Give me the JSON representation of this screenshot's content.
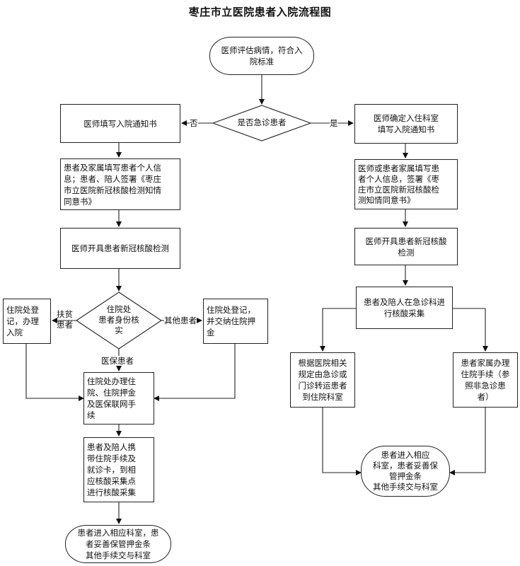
{
  "title": "枣庄市立医院患者入院流程图",
  "nodes": {
    "start": [
      "医师评估病情，符合入",
      "院标准"
    ],
    "decision_emergency": [
      "是否急诊患者"
    ],
    "left_notice": [
      "医师填写入院通知书"
    ],
    "left_info": [
      "患者及家属填写患者个人信息；患者、陪人签署《枣庄",
      "市立医院新冠核酸检测知情",
      "同意书》"
    ],
    "left_test": [
      "医师开具患者新冠核酸检测"
    ],
    "decision_identity": [
      "住院处",
      "患者身份核",
      "实"
    ],
    "poverty_box": [
      "住院处登",
      "记，办理",
      "入院"
    ],
    "other_box": [
      "住院处登记，",
      "并交纳住院押",
      "金"
    ],
    "insurance_box": [
      "住院处办理住",
      "院、住院押金",
      "及医保联网手",
      "续"
    ],
    "carry_box": [
      "患者及陪人携",
      "带住院手续及",
      "就诊卡，到相",
      "应核酸采集点",
      "进行核酸采集"
    ],
    "left_end": [
      "患者进入相应科室，患",
      "者妥善保管押金条",
      "其他手续交与科室"
    ],
    "right_confirm": [
      "医师确定入住科室",
      "填写入院通知书"
    ],
    "right_info": [
      "医师或患者家属填写患",
      "者个人信息，签署《枣",
      "庄市立医院新冠核酸检",
      "测知情同意书》"
    ],
    "right_test": [
      "医师开具患者新冠核酸",
      "检测"
    ],
    "right_collect": [
      "患者及陪人在急诊科进",
      "行核酸采集"
    ],
    "transfer_box": [
      "根据医院相关",
      "规定由急诊或",
      "门诊转运患者",
      "到住院科室"
    ],
    "family_box": [
      "患者家属办理",
      "住院手续（参",
      "照非急诊患",
      "者）"
    ],
    "right_end": [
      "患者进入相应",
      "科室，患者妥善保",
      "管押金条",
      "其他手续交与科室"
    ]
  },
  "edge_labels": {
    "no": "否",
    "yes": "是",
    "poverty": "扶贫患者",
    "other": "其他患者",
    "insurance": "医保患者"
  }
}
